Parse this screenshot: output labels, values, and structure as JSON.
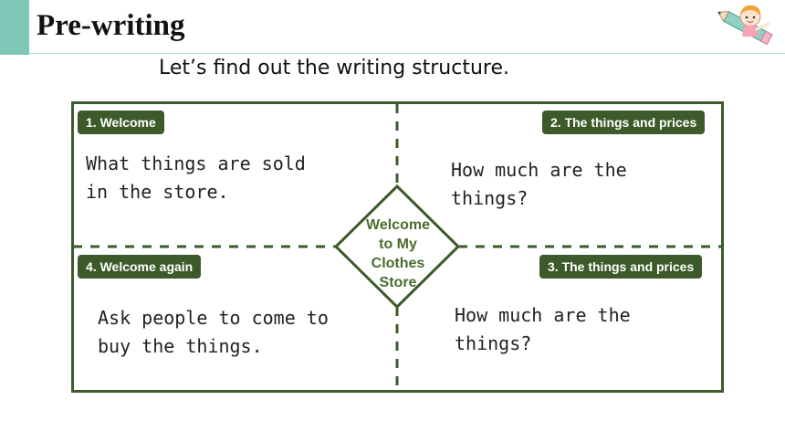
{
  "header": {
    "title": "Pre-writing"
  },
  "subtitle": "Let’s find out the writing structure.",
  "colors": {
    "accent": "#7fc8b8",
    "board": "#3d5a2a",
    "center_text": "#4a6c2e"
  },
  "decoration": {
    "mascot": "pencil-girl-illustration"
  },
  "quadrants": [
    {
      "tag": "1. Welcome",
      "lines": [
        "What things are sold",
        "in the store."
      ]
    },
    {
      "tag": "2. The things and prices",
      "lines": [
        "How much are the",
        "things?"
      ]
    },
    {
      "tag": "3. The things and prices",
      "lines": [
        "How much are the",
        "things?"
      ]
    },
    {
      "tag": "4. Welcome again",
      "lines": [
        "Ask people to come to",
        "buy the things."
      ]
    }
  ],
  "center": {
    "lines": [
      "Welcome",
      "to My",
      "Clothes",
      "Store"
    ]
  }
}
